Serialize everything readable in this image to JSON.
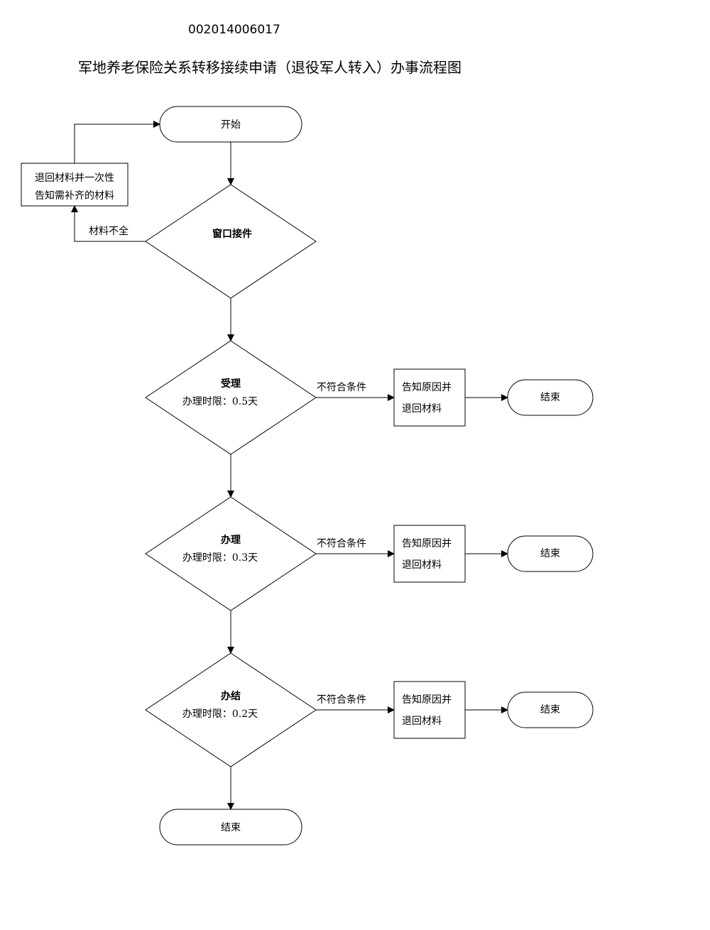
{
  "document": {
    "code": "002014006017",
    "title": "军地养老保险关系转移接续申请（退役军人转入）办事流程图"
  },
  "flow": {
    "start": "开始",
    "return_box": {
      "line1": "退回材料并一次性",
      "line2": "告知需补齐的材料"
    },
    "incomplete_label": "材料不全",
    "window": "窗口接件",
    "steps": [
      {
        "name": "受理",
        "limit": "办理时限：0.5天",
        "reject_label": "不符合条件",
        "reject_line1": "告知原因并",
        "reject_line2": "退回材料",
        "end": "结束"
      },
      {
        "name": "办理",
        "limit": "办理时限：0.3天",
        "reject_label": "不符合条件",
        "reject_line1": "告知原因并",
        "reject_line2": "退回材料",
        "end": "结束"
      },
      {
        "name": "办结",
        "limit": "办理时限：0.2天",
        "reject_label": "不符合条件",
        "reject_line1": "告知原因并",
        "reject_line2": "退回材料",
        "end": "结束"
      }
    ],
    "final_end": "结束"
  }
}
